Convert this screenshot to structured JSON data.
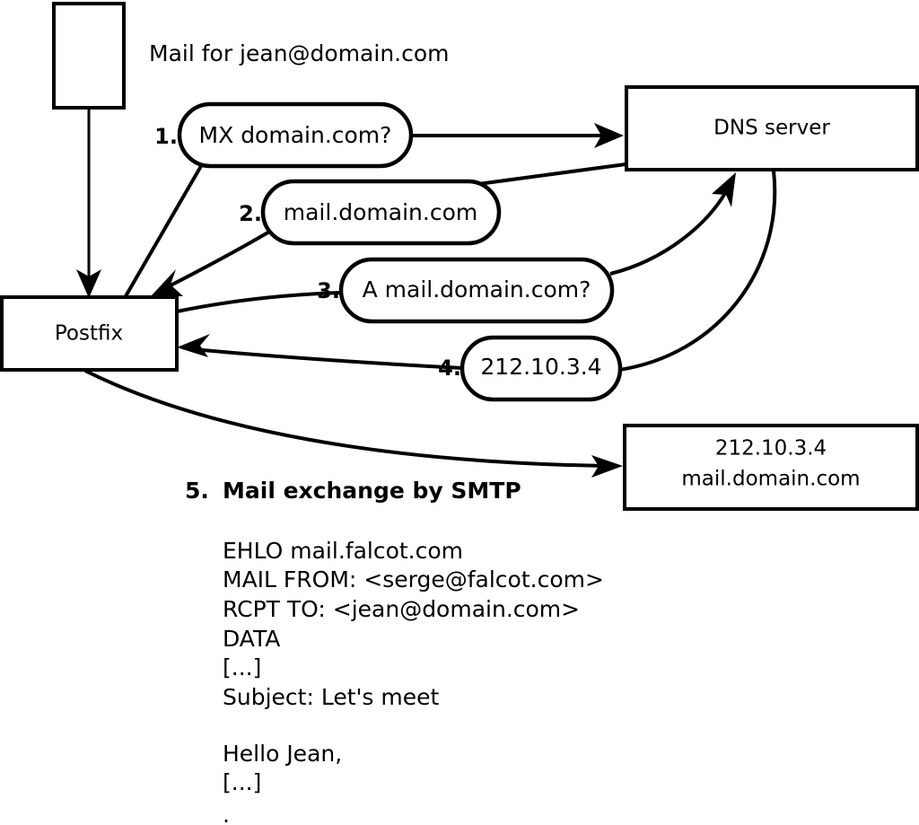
{
  "diagram": {
    "title_label": "Mail for jean@domain.com",
    "nodes": {
      "client": {
        "name": "client-box",
        "label": ""
      },
      "postfix": {
        "name": "postfix-box",
        "label": "Postfix"
      },
      "dns": {
        "name": "dns-server-box",
        "label": "DNS server"
      },
      "remote_mx": {
        "name": "remote-mail-server-box",
        "line1": "212.10.3.4",
        "line2": "mail.domain.com"
      }
    },
    "steps": [
      {
        "num": "1.",
        "label": "MX domain.com?"
      },
      {
        "num": "2.",
        "label": "mail.domain.com"
      },
      {
        "num": "3.",
        "label": "A mail.domain.com?"
      },
      {
        "num": "4.",
        "label": "212.10.3.4"
      }
    ],
    "step5": {
      "num": "5.",
      "label": "Mail exchange by SMTP"
    },
    "transcript": [
      "EHLO mail.falcot.com",
      "MAIL FROM: <serge@falcot.com>",
      "RCPT TO: <jean@domain.com>",
      "DATA",
      "[...]",
      "Subject: Let's meet",
      "",
      "Hello Jean,",
      "[...]",
      "",
      "."
    ],
    "colors": {
      "stroke": "#000000",
      "fill": "#ffffff",
      "text": "#000000"
    }
  }
}
